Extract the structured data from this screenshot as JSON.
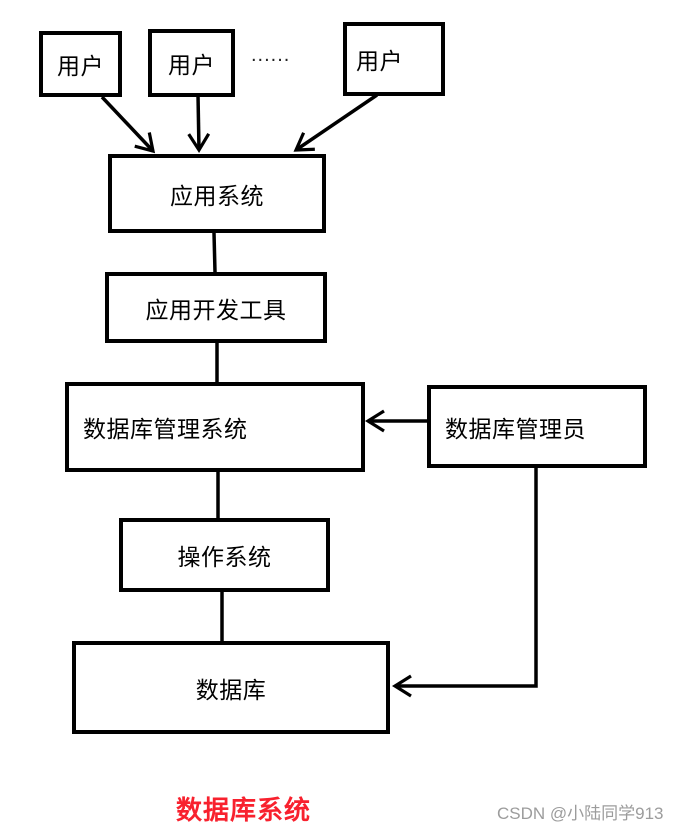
{
  "nodes": {
    "user1": {
      "label": "用户"
    },
    "user2": {
      "label": "用户"
    },
    "user3": {
      "label": "用户"
    },
    "app_system": {
      "label": "应用系统"
    },
    "app_dev_tools": {
      "label": "应用开发工具"
    },
    "dbms": {
      "label": "数据库管理系统"
    },
    "dba": {
      "label": "数据库管理员"
    },
    "os": {
      "label": "操作系统"
    },
    "database": {
      "label": "数据库"
    }
  },
  "ellipsis": "......",
  "caption": {
    "text": "数据库系统",
    "color": "#f8212e"
  },
  "watermark": {
    "text": "CSDN @小陆同学913",
    "color": "#9c9c9c"
  },
  "colors": {
    "line": "#000000",
    "box_border": "#000000",
    "box_fill": "#ffffff",
    "background": "#ffffff",
    "text": "#000000"
  }
}
